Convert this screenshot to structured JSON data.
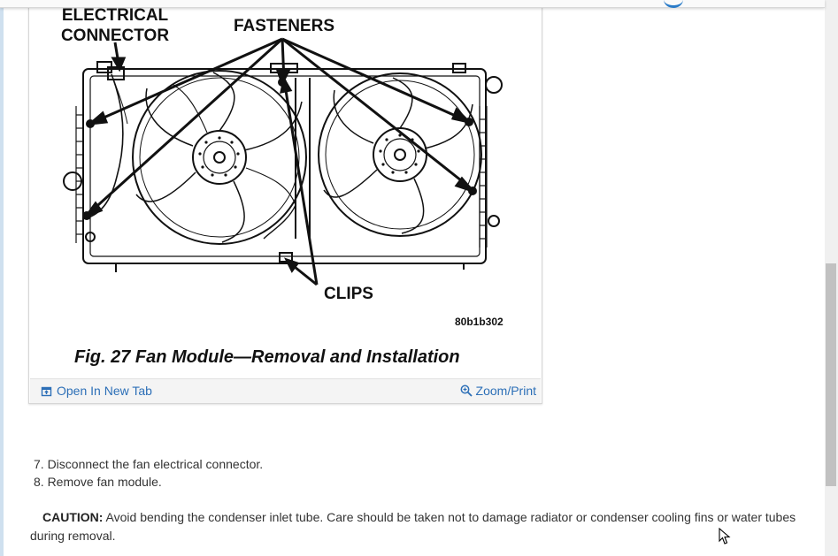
{
  "figure": {
    "labels": {
      "electrical_connector_line1": "ELECTRICAL",
      "electrical_connector_line2": "CONNECTOR",
      "fasteners": "FASTENERS",
      "clips": "CLIPS",
      "image_code": "80b1b302"
    },
    "caption": "Fig. 27 Fan Module—Removal and Installation",
    "toolbar": {
      "open_new_tab": "Open In New Tab",
      "zoom_print": "Zoom/Print",
      "open_icon": "open-in-new-tab-icon",
      "zoom_icon": "magnifier-icon"
    }
  },
  "steps": [
    "7. Disconnect the fan electrical connector.",
    "8. Remove fan module."
  ],
  "caution": {
    "label": "CAUTION:",
    "text": " Avoid bending the condenser inlet tube. Care should be taken not to damage radiator or condenser cooling fins or water tubes during removal."
  },
  "colors": {
    "link": "#2c6fb7",
    "text": "#333333",
    "toolbar_bg": "#f4f4f4"
  }
}
